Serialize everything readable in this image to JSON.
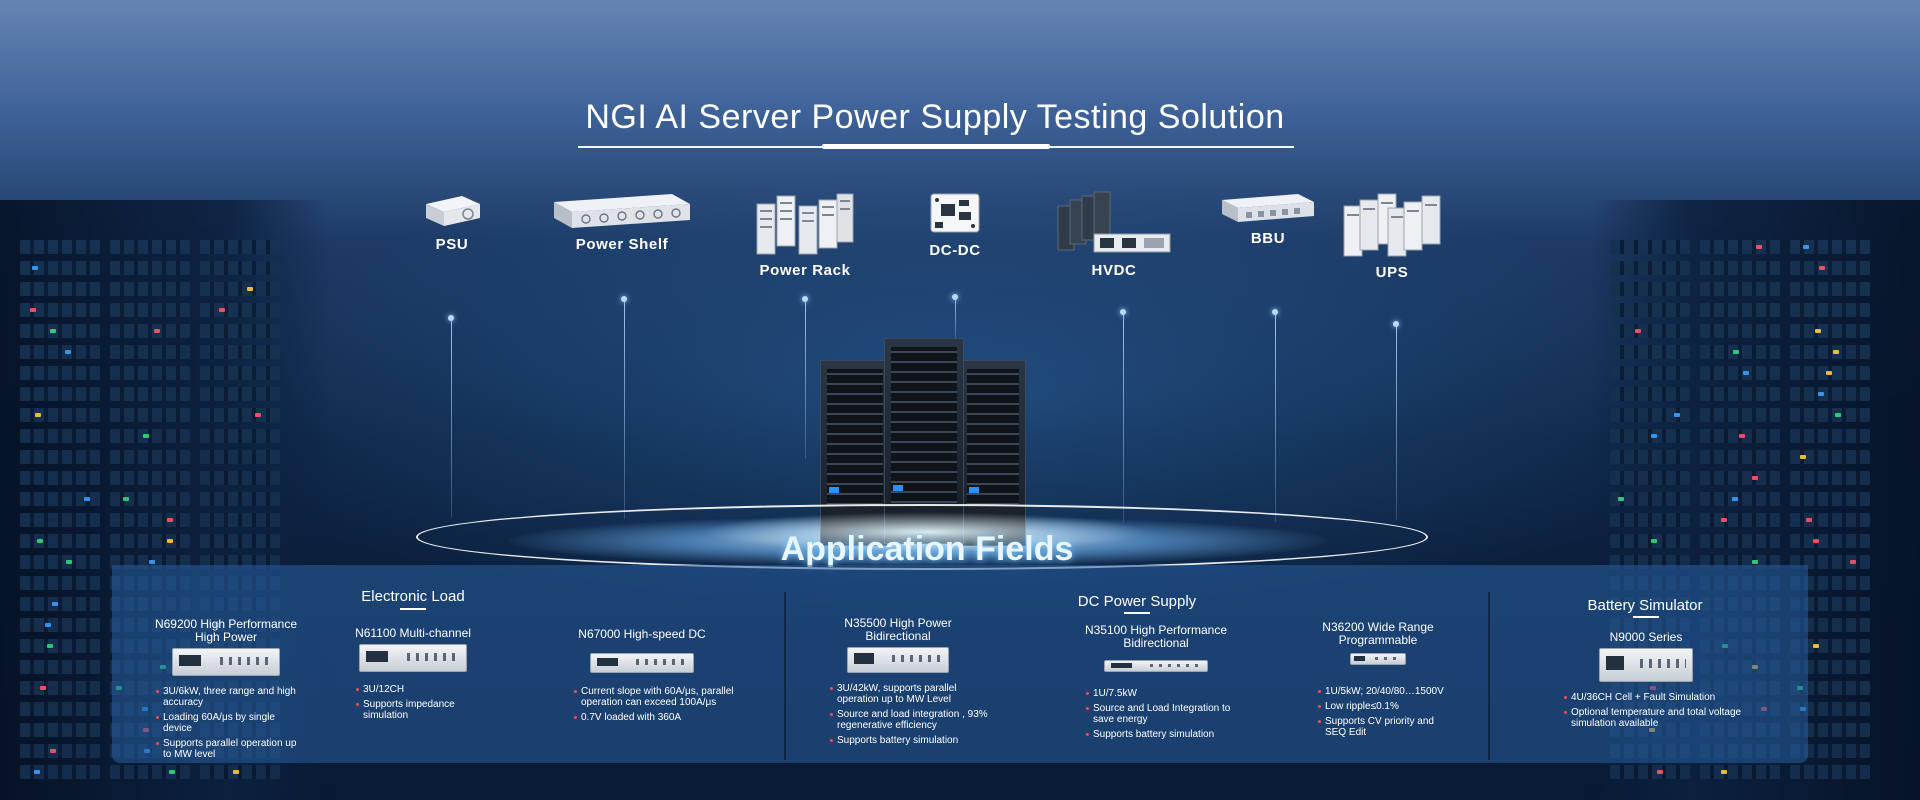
{
  "title": "NGI AI Server Power Supply Testing Solution",
  "categories": [
    {
      "label": "PSU",
      "icon": "psu-module-icon"
    },
    {
      "label": "Power Shelf",
      "icon": "power-shelf-icon"
    },
    {
      "label": "Power Rack",
      "icon": "power-rack-icon"
    },
    {
      "label": "DC-DC",
      "icon": "dc-dc-board-icon"
    },
    {
      "label": "HVDC",
      "icon": "hvdc-cabinet-icon"
    },
    {
      "label": "BBU",
      "icon": "bbu-unit-icon"
    },
    {
      "label": "UPS",
      "icon": "ups-cabinet-icon"
    }
  ],
  "center_label": "Application Fields",
  "groups": {
    "electronic_load": {
      "title": "Electronic Load",
      "products": [
        {
          "name_line1": "N69200 High Performance",
          "name_line2": "High Power",
          "features": [
            "3U/6kW, three range and high accuracy",
            "Loading 60A/μs by single device",
            "Supports parallel operation up to MW level"
          ]
        },
        {
          "name_line1": "N61100 Multi-channel",
          "name_line2": "",
          "features": [
            "3U/12CH",
            "Supports impedance simulation"
          ]
        },
        {
          "name_line1": "N67000 High-speed DC",
          "name_line2": "",
          "features": [
            "Current slope with 60A/μs, parallel operation can exceed 100A/μs",
            "0.7V loaded with 360A"
          ]
        }
      ]
    },
    "dc_power_supply": {
      "title": "DC Power Supply",
      "products": [
        {
          "name_line1": "N35500 High Power",
          "name_line2": "Bidirectional",
          "features": [
            "3U/42kW, supports parallel operation up to MW Level",
            "Source and load integration , 93% regenerative efficiency",
            "Supports battery simulation"
          ]
        },
        {
          "name_line1": "N35100 High Performance",
          "name_line2": "Bidirectional",
          "features": [
            "1U/7.5kW",
            "Source and Load Integration to save energy",
            "Supports battery simulation"
          ]
        },
        {
          "name_line1": "N36200 Wide Range",
          "name_line2": "Programmable",
          "features": [
            "1U/5kW; 20/40/80…1500V",
            "Low ripple≤0.1%",
            "Supports CV priority and SEQ Edit"
          ]
        }
      ]
    },
    "battery_simulator": {
      "title": "Battery Simulator",
      "products": [
        {
          "name_line1": "N9000 Series",
          "name_line2": "",
          "features": [
            "4U/36CH Cell + Fault Simulation",
            "Optional temperature and total voltage simulation available"
          ]
        }
      ]
    }
  },
  "colors": {
    "accent_blue": "#2f8fff",
    "bullet_red": "#ff4a4a",
    "panel": "#285fa0"
  }
}
